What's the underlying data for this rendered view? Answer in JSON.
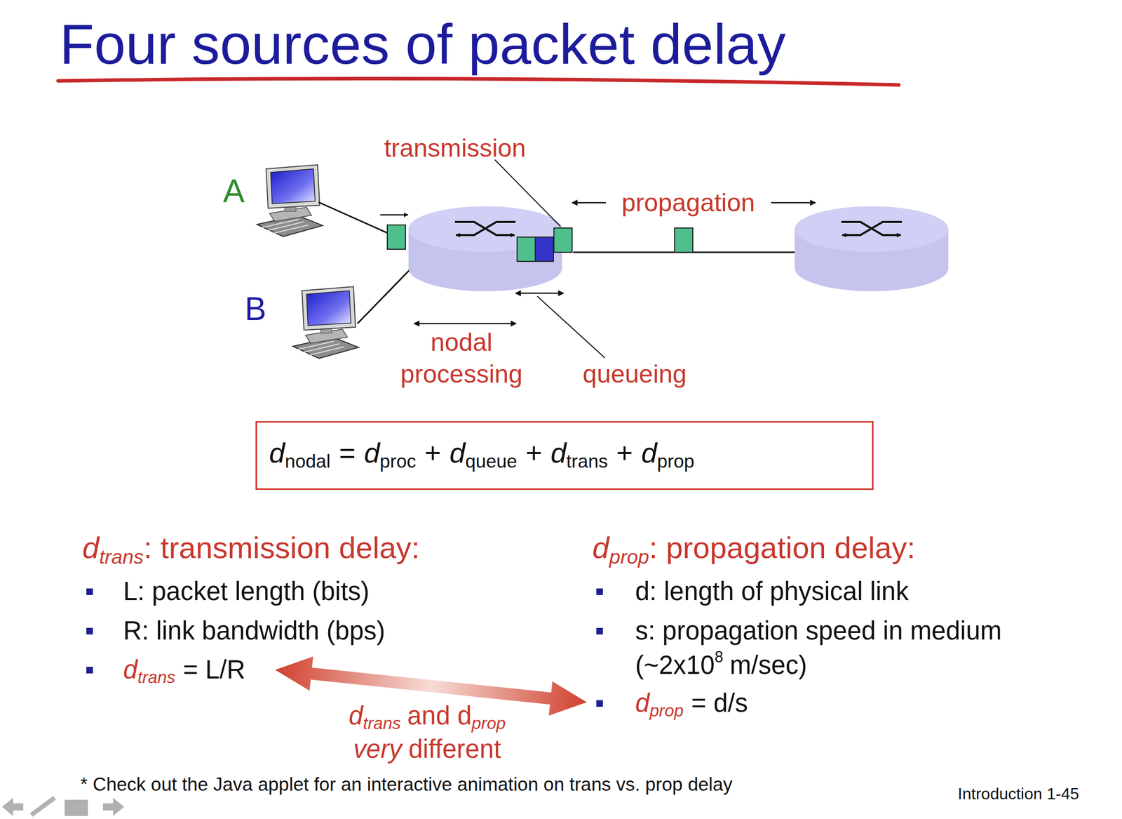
{
  "diagram": {
    "title": "Four sources of packet delay",
    "nodes": [
      {
        "text": [
          "d",
          "nodal",
          "=",
          "d",
          "proc",
          "+",
          "d",
          "queue",
          "+",
          "d",
          "trans",
          "+",
          "d",
          "prop"
        ]
      }
    ],
    "labels": [
      "A",
      "B",
      "transmission",
      "propagation",
      "nodal processing",
      "queueing",
      "d",
      "trans",
      ": transmission delay:",
      "L: packet length (bits)",
      "R: link bandwidth (bps)",
      "d",
      "trans",
      "= L/R",
      "d",
      "prop",
      ": propagation delay:",
      "d: length of physical link",
      "s: propagation speed in medium",
      "(~2x10",
      "8",
      "m/sec)",
      "d",
      "prop",
      "= d/s",
      "d",
      "trans",
      "and d",
      "prop",
      "very",
      "different",
      "* Check out the Java applet for an interactive animation on trans vs. prop delay",
      "Introduction 1-45"
    ]
  }
}
